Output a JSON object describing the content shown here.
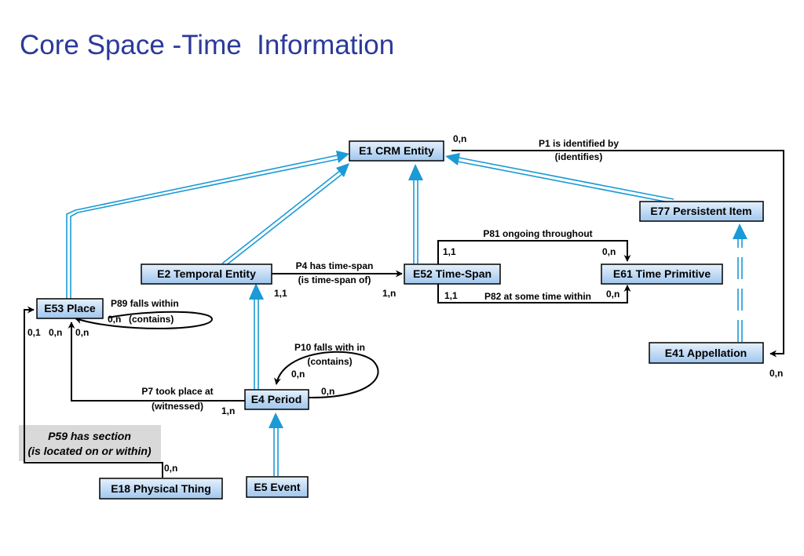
{
  "title": "Core Space -Time  Information",
  "colors": {
    "title": "#2b3a9a",
    "isa_arrow": "#1a9ad6",
    "box_top": "#e6f1fb",
    "box_bottom": "#9fc6ee",
    "section_bg": "#d9d9d9"
  },
  "entities": {
    "e1": "E1 CRM Entity",
    "e2": "E2 Temporal Entity",
    "e52": "E52 Time-Span",
    "e61": "E61 Time Primitive",
    "e77": "E77 Persistent Item",
    "e53": "E53 Place",
    "e41": "E41 Appellation",
    "e4": "E4 Period",
    "e5": "E5 Event",
    "e18": "E18 Physical Thing"
  },
  "properties": {
    "p1": [
      "P1 is identified by",
      "(identifies)"
    ],
    "p4": [
      "P4 has time-span",
      "(is time-span of)"
    ],
    "p81": "P81 ongoing  throughout",
    "p82": "P82 at some  time within",
    "p89": [
      "P89 falls within",
      "(contains)"
    ],
    "p10": [
      "P10 falls with in",
      "(contains)"
    ],
    "p7": [
      "P7 took place at",
      "(witnessed)"
    ],
    "p59": [
      "P59 has section",
      "(is located on or within)"
    ]
  },
  "cardinalities": {
    "p1_e1": "0,n",
    "p1_e41": "0,n",
    "p4_e2": "1,1",
    "p4_e52": "1,n",
    "p81_e52": "1,1",
    "p81_e61": "0,n",
    "p82_e52": "1,1",
    "p82_e61": "0,n",
    "p89_a": "0,n",
    "p89_b": "0,n",
    "e53_a": "0,1",
    "e53_b": "0,n",
    "p10_a": "0,n",
    "p10_b": "0,n",
    "p7_e4": "1,n",
    "p59_e18": "0,n"
  }
}
